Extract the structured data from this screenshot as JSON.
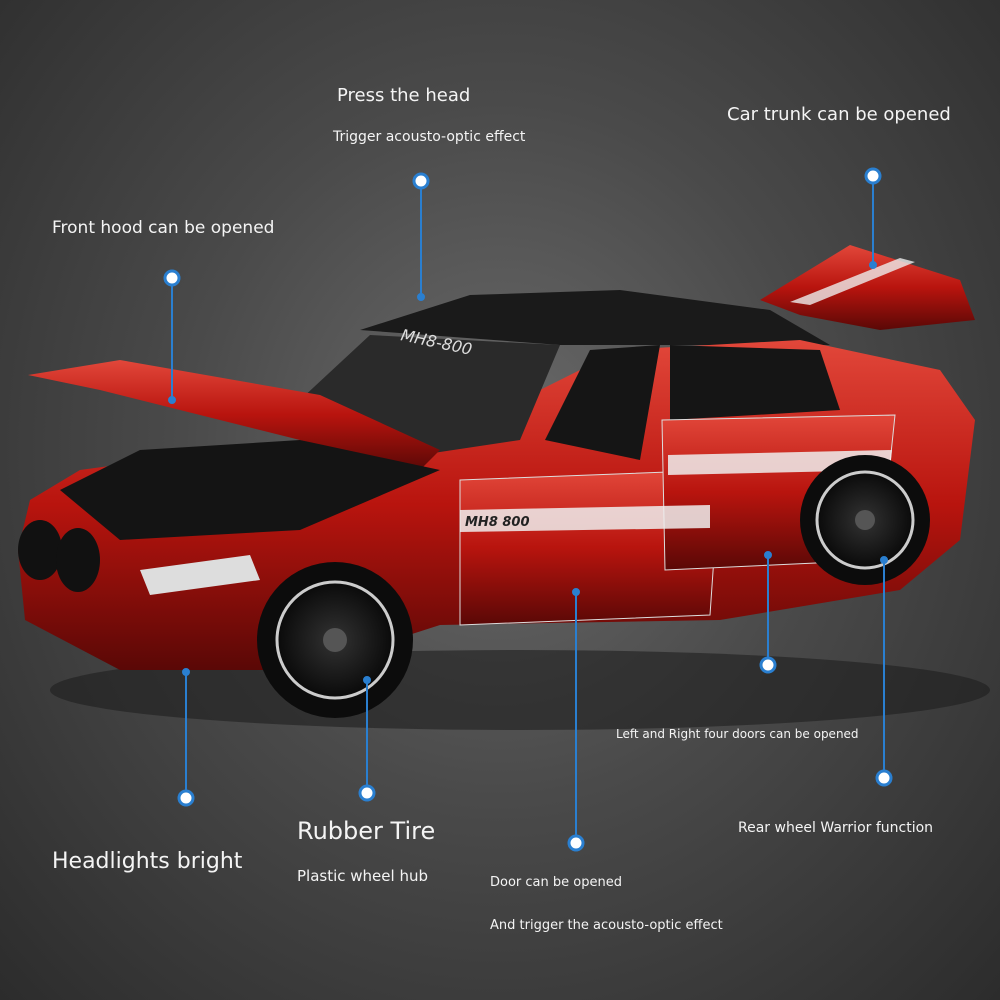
{
  "labels": {
    "press_head": "Press the head",
    "trigger_effect": "Trigger acousto-optic effect",
    "trunk": "Car trunk can be opened",
    "hood": "Front hood can be opened",
    "four_doors": "Left and Right four doors can be opened",
    "rubber_tire": "Rubber Tire",
    "wheel_hub": "Plastic wheel hub",
    "headlights": "Headlights bright",
    "rear_wheel": "Rear wheel Warrior function",
    "door_opened": "Door can be opened",
    "door_trigger": "And trigger the acousto-optic effect"
  },
  "car": {
    "windshield_text": "MH8-800",
    "door_text": "MH8 800",
    "body_color": "#b8140e",
    "accent_color": "#2a7fd0"
  }
}
